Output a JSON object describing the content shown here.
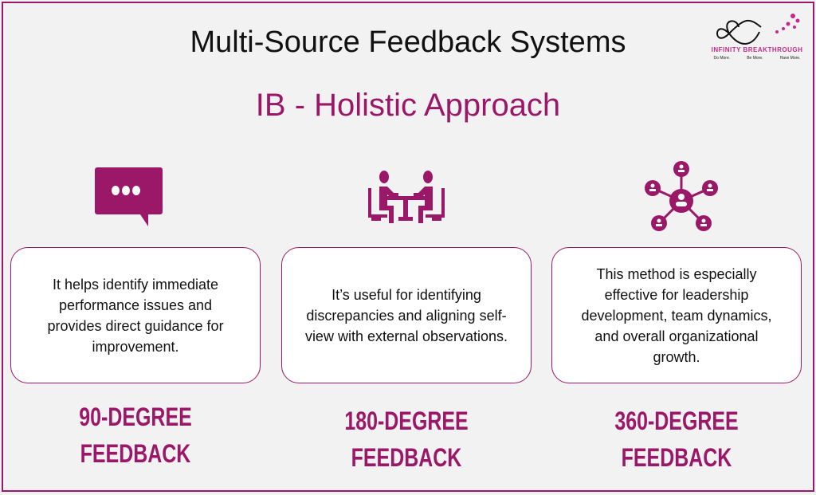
{
  "title": "Multi-Source Feedback Systems",
  "subtitle": "IB - Holistic Approach",
  "logo": {
    "name": "INFINITY BREAKTHROUGH",
    "tagline": [
      "Do More.",
      "Be More.",
      "Have More."
    ]
  },
  "colors": {
    "accent": "#9b1868",
    "background": "#f2f2f2"
  },
  "cards": [
    {
      "icon": "speech-bubble-icon",
      "text": "It helps identify immediate performance issues and provides direct guidance for improvement.",
      "label_line1": "90-DEGREE",
      "label_line2": "FEEDBACK"
    },
    {
      "icon": "meeting-icon",
      "text": "It’s useful for identifying discrepancies and aligning self-view with external observations.",
      "label_line1": "180-DEGREE",
      "label_line2": "FEEDBACK"
    },
    {
      "icon": "network-icon",
      "text": "This method is especially effective for leadership development, team dynamics, and overall organizational growth.",
      "label_line1": "360-DEGREE",
      "label_line2": "FEEDBACK"
    }
  ]
}
